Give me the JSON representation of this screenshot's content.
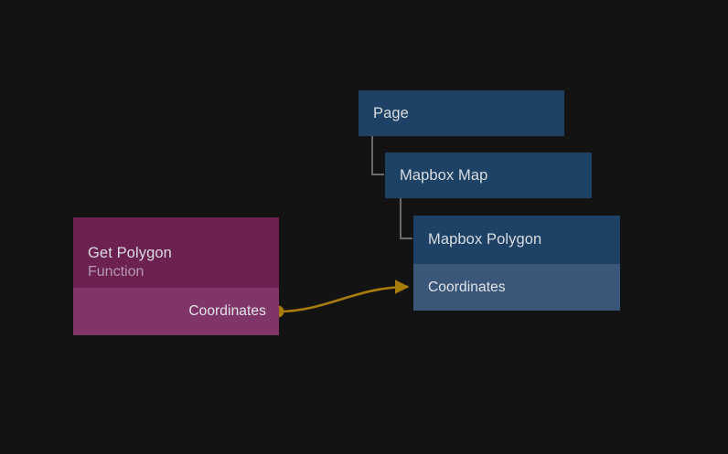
{
  "canvas": {
    "background_color": "#131313",
    "title": "Node Graph Canvas"
  },
  "nodes": {
    "page": {
      "title": "Page",
      "header_color": "#1d4265",
      "text_color": "#d9dde1"
    },
    "mapbox_map": {
      "title": "Mapbox Map",
      "header_color": "#1d4265",
      "text_color": "#d9dde1"
    },
    "mapbox_polygon": {
      "title": "Mapbox Polygon",
      "header_color": "#1d4265",
      "port_color": "#3a5678",
      "text_color": "#d9dde1",
      "ports": [
        {
          "label": "Coordinates",
          "direction": "input"
        }
      ]
    },
    "get_polygon": {
      "title": "Get Polygon",
      "subtitle": "Function",
      "header_color": "#6d2151",
      "port_color": "#803568",
      "title_color": "#d9dde1",
      "subtitle_color": "#b39aad",
      "ports": [
        {
          "label": "Coordinates",
          "direction": "output"
        }
      ]
    }
  },
  "connections": [
    {
      "from_node": "get_polygon",
      "from_port": "Coordinates",
      "to_node": "mapbox_polygon",
      "to_port": "Coordinates",
      "color": "#a87d0c",
      "style": "bezier",
      "has_arrowhead": true,
      "has_source_dot": true
    }
  ],
  "tree_links": [
    {
      "parent": "page",
      "child": "mapbox_map",
      "color": "#6b6b6b"
    },
    {
      "parent": "mapbox_map",
      "child": "mapbox_polygon",
      "color": "#6b6b6b"
    }
  ]
}
